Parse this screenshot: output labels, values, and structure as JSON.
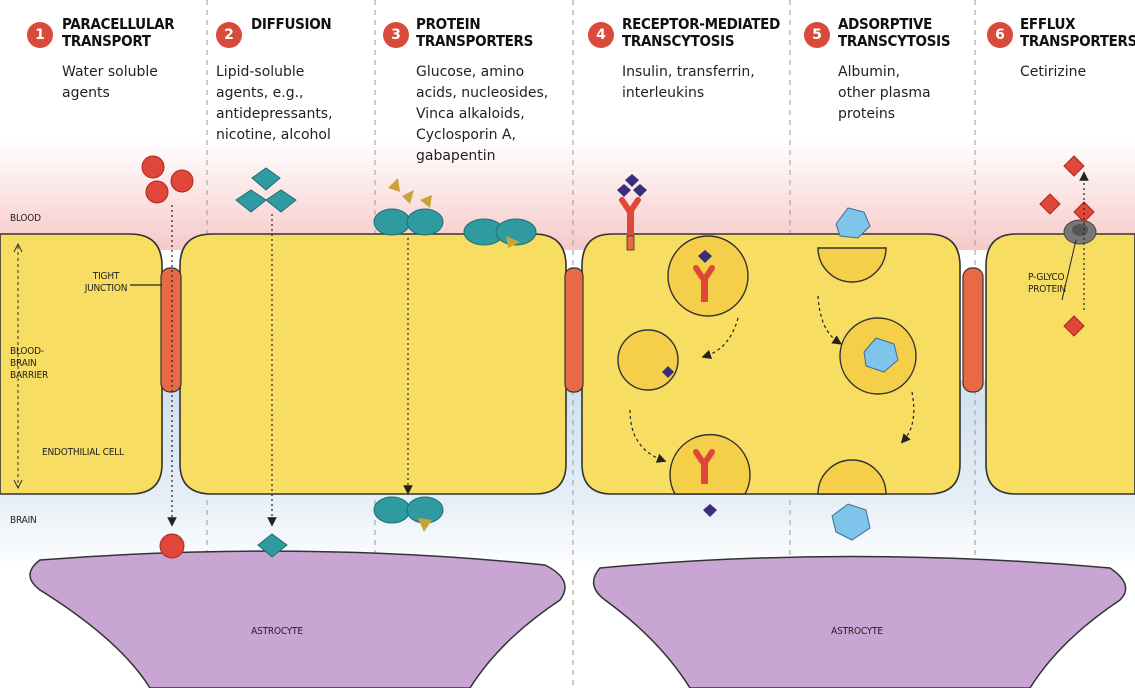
{
  "sections": [
    {
      "number": "1",
      "title": "PARACELLULAR\nTRANSPORT",
      "description": "Water soluble\nagents"
    },
    {
      "number": "2",
      "title": "DIFFUSION",
      "description": "Lipid-soluble\nagents, e.g.,\nantidepressants,\nnicotine, alcohol"
    },
    {
      "number": "3",
      "title": "PROTEIN\nTRANSPORTERS",
      "description": "Glucose, amino\nacids, nucleosides,\nVinca alkaloids,\nCyclosporin A,\ngabapentin"
    },
    {
      "number": "4",
      "title": "RECEPTOR-MEDIATED\nTRANSCYTOSIS",
      "description": "Insulin, transferrin,\ninterleukins"
    },
    {
      "number": "5",
      "title": "ADSORPTIVE\nTRANSCYTOSIS",
      "description": "Albumin,\nother plasma\nproteins"
    },
    {
      "number": "6",
      "title": "EFFLUX\nTRANSPORTERS",
      "description": "Cetirizine"
    }
  ],
  "labels": {
    "blood": "BLOOD",
    "tight_junction": "TIGHT\nJUNCTION",
    "bbb": "BLOOD-\nBRAIN\nBARRIER",
    "endothelial": "ENDOTHILIAL CELL",
    "brain": "BRAIN",
    "pgp": "P-GLYCO\nPROTEIN",
    "astrocyte_left": "ASTROCYTE",
    "astrocyte_right": "ASTROCYTE"
  },
  "colors": {
    "accent": "#d84a3a",
    "cell_fill": "#f8dd63",
    "cell_stroke": "#333333",
    "junction": "#e86a45",
    "blood_tint": "#f6c9c9",
    "brain_tint": "#cfe0ee",
    "astrocyte": "#c9a5d4",
    "teal": "#2f9a9f",
    "navy": "#3a2e7a",
    "albumin": "#7fc4ea"
  }
}
